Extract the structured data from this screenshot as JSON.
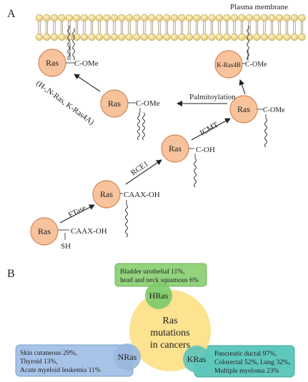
{
  "panel_a": {
    "panel_label": "A",
    "membrane_label": "Plasma membrane",
    "ras_label": "Ras",
    "kras4b_label": "K-Ras4B",
    "cooh_groups": {
      "caax_oh": "CAAX-OH",
      "sh": "SH",
      "c_ome": "C-OMe",
      "c_oh": "C-OH"
    },
    "enzymes": {
      "ftase": "FTase",
      "rce1": "RCE1",
      "icmt": "ICMT",
      "palmitoylation": "Palmitoylation"
    },
    "isoforms_note": "(H-,N-Ras, K-Ras4A)"
  },
  "panel_b": {
    "panel_label": "B",
    "center": {
      "line1": "Ras",
      "line2": "mutations",
      "line3": "in cancers"
    },
    "hras": {
      "label": "HRas",
      "cancers": [
        "Bladder urothelial  11%,",
        "head and neck squamous 6%"
      ]
    },
    "nras": {
      "label": "NRas",
      "cancers": [
        "Skin cutaneous 29%,",
        "Thyroid 13%,",
        "Acute myeloid leukemia  11%"
      ]
    },
    "kras": {
      "label": "KRas",
      "cancers": [
        "Pancreatic ductal 97%,",
        "Colorectal 52%, Lung 32%,",
        "Multiple myeloma 23%"
      ]
    },
    "colors": {
      "center": "#fde08a",
      "hras_circle": "#7ecb6a",
      "hras_box": "#93d37e",
      "nras_circle": "#9ab8dd",
      "nras_box": "#a7c3e8",
      "kras_circle": "#5ec5bd",
      "kras_box": "#5fc8bd"
    }
  }
}
